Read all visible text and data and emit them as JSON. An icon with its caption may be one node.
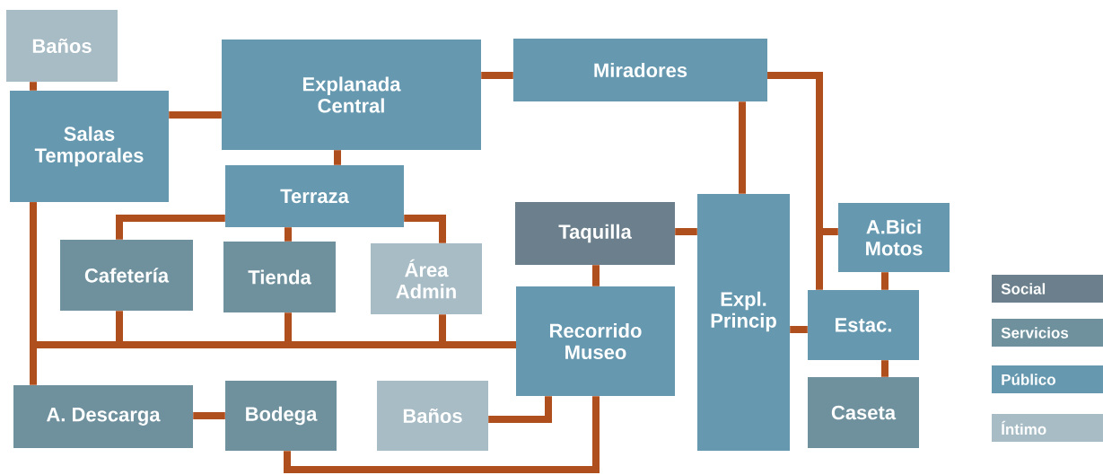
{
  "diagram": {
    "nodes": [
      {
        "text": [
          "Baños"
        ]
      },
      {
        "text": [
          "Salas Temporales"
        ]
      },
      {
        "text": [
          "Explanada Central"
        ]
      },
      {
        "text": [
          "Miradores"
        ]
      },
      {
        "text": [
          "Terraza"
        ]
      },
      {
        "text": [
          "Cafetería"
        ]
      },
      {
        "text": [
          "Tienda"
        ]
      },
      {
        "text": [
          "Área Admin"
        ]
      },
      {
        "text": [
          "Taquilla"
        ]
      },
      {
        "text": [
          "Expl. Princip"
        ]
      },
      {
        "text": [
          "A.Bici Motos"
        ]
      },
      {
        "text": [
          "Recorrido Museo"
        ]
      },
      {
        "text": [
          "Estac."
        ]
      },
      {
        "text": [
          "A. Descarga"
        ]
      },
      {
        "text": [
          "Bodega"
        ]
      },
      {
        "text": [
          "Baños"
        ]
      },
      {
        "text": [
          "Caseta"
        ]
      }
    ],
    "edges": [
      {
        "from": 0,
        "to": 1,
        "arrow": "none"
      },
      {
        "from": 1,
        "to": 2,
        "arrow": "none"
      },
      {
        "from": 2,
        "to": 3,
        "arrow": "none"
      },
      {
        "from": 2,
        "to": 4,
        "arrow": "none"
      },
      {
        "from": 4,
        "to": 5,
        "arrow": "none"
      },
      {
        "from": 4,
        "to": 6,
        "arrow": "none"
      },
      {
        "from": 4,
        "to": 7,
        "arrow": "none"
      },
      {
        "from": 3,
        "to": 9,
        "arrow": "none"
      },
      {
        "from": 3,
        "to": 10,
        "arrow": "none"
      },
      {
        "from": 3,
        "to": 12,
        "arrow": "none"
      },
      {
        "from": 8,
        "to": 9,
        "arrow": "none"
      },
      {
        "from": 8,
        "to": 11,
        "arrow": "none"
      },
      {
        "from": 9,
        "to": 12,
        "arrow": "none"
      },
      {
        "from": 10,
        "to": 12,
        "arrow": "none"
      },
      {
        "from": 12,
        "to": 16,
        "arrow": "none"
      },
      {
        "from": 1,
        "to": 13,
        "arrow": "none"
      },
      {
        "from": 5,
        "to": 11,
        "arrow": "none"
      },
      {
        "from": 6,
        "to": 11,
        "arrow": "none"
      },
      {
        "from": 7,
        "to": 11,
        "arrow": "none"
      },
      {
        "from": 1,
        "to": 11,
        "arrow": "none"
      },
      {
        "from": 13,
        "to": 14,
        "arrow": "none"
      },
      {
        "from": 15,
        "to": 11,
        "arrow": "none"
      },
      {
        "from": 14,
        "to": 11,
        "arrow": "none"
      }
    ],
    "legend": [
      {
        "text": "Social",
        "color": "#6b808c"
      },
      {
        "text": "Servicios",
        "color": "#6f919e"
      },
      {
        "text": "Público",
        "color": "#6699b0"
      },
      {
        "text": "Íntimo",
        "color": "#a8bcc6"
      }
    ]
  }
}
